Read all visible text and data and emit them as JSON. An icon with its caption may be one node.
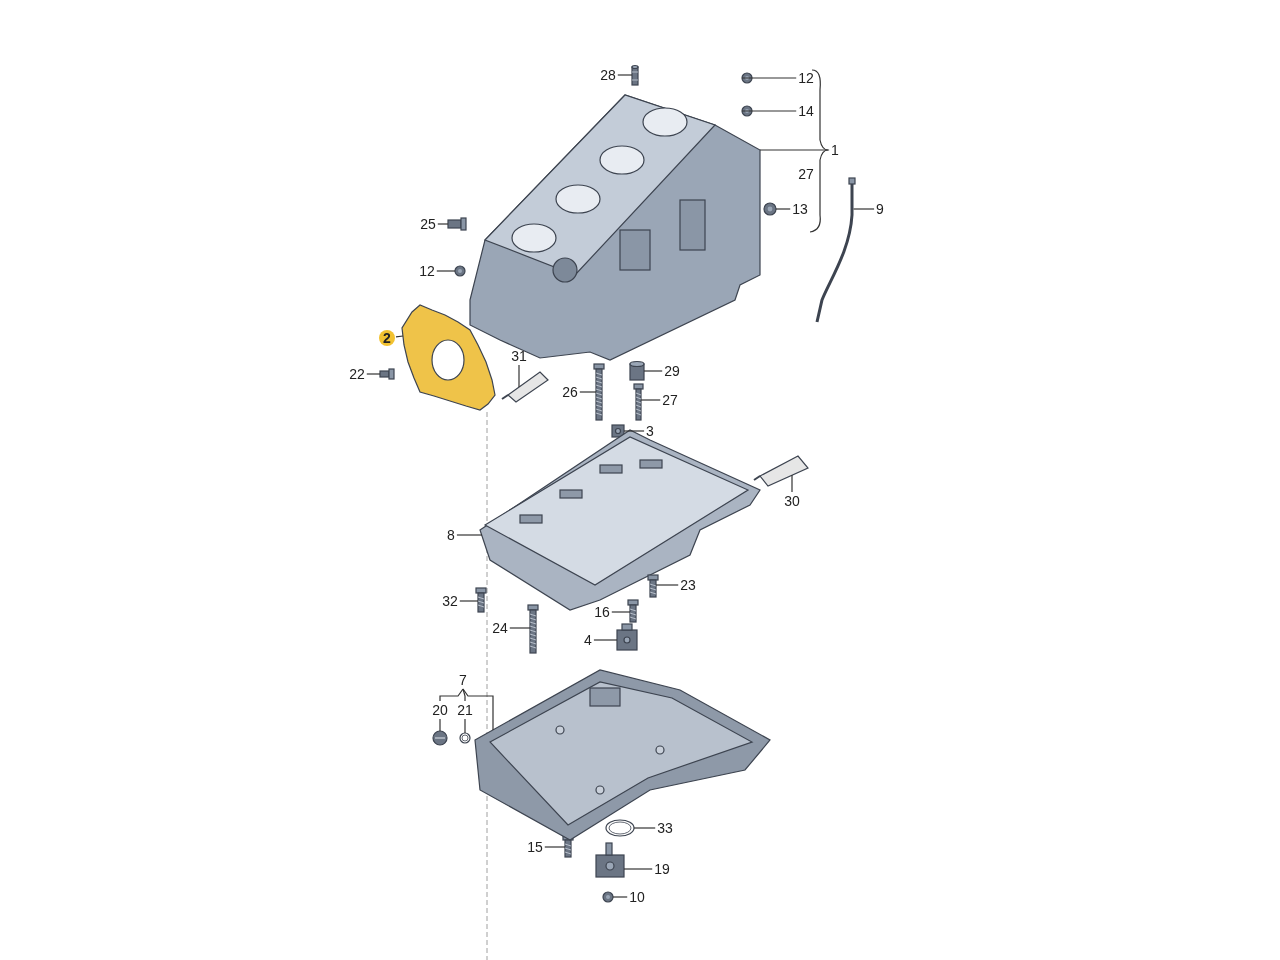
{
  "diagram": {
    "nodes": [
      {
        "text": [
          "28"
        ]
      },
      {
        "text": [
          "12"
        ]
      },
      {
        "text": [
          "14"
        ]
      },
      {
        "text": [
          "1"
        ]
      },
      {
        "text": [
          "13"
        ]
      },
      {
        "text": [
          "9"
        ]
      },
      {
        "text": [
          "25"
        ]
      },
      {
        "text": [
          "12"
        ]
      },
      {
        "text": [
          "2"
        ]
      },
      {
        "text": [
          "22"
        ]
      },
      {
        "text": [
          "31"
        ]
      },
      {
        "text": [
          "26"
        ]
      },
      {
        "text": [
          "29"
        ]
      },
      {
        "text": [
          "27"
        ]
      },
      {
        "text": [
          "3"
        ]
      },
      {
        "text": [
          "30"
        ]
      },
      {
        "text": [
          "8"
        ]
      },
      {
        "text": [
          "32"
        ]
      },
      {
        "text": [
          "23"
        ]
      },
      {
        "text": [
          "16"
        ]
      },
      {
        "text": [
          "24"
        ]
      },
      {
        "text": [
          "4"
        ]
      },
      {
        "text": [
          "20"
        ]
      },
      {
        "text": [
          "21"
        ]
      },
      {
        "text": [
          "15"
        ]
      },
      {
        "text": [
          "33"
        ]
      },
      {
        "text": [
          "19"
        ]
      },
      {
        "text": [
          "10"
        ]
      },
      {
        "text": [],
        "shape": "picture"
      },
      {
        "text": [],
        "shape": "picture"
      },
      {
        "text": [],
        "shape": "picture"
      },
      {
        "text": [],
        "shape": "picture"
      },
      {
        "text": [],
        "shape": "picture"
      },
      {
        "text": [],
        "shape": "picture"
      },
      {
        "text": [],
        "shape": "picture"
      },
      {
        "text": [],
        "shape": "picture"
      },
      {
        "text": [],
        "shape": "picture"
      },
      {
        "text": [],
        "shape": "picture"
      },
      {
        "text": [],
        "shape": "picture"
      },
      {
        "text": [],
        "shape": "picture"
      },
      {
        "text": [],
        "shape": "picture"
      },
      {
        "text": [],
        "shape": "picture"
      },
      {
        "text": [],
        "shape": "picture"
      },
      {
        "text": [],
        "shape": "picture"
      },
      {
        "text": [],
        "shape": "picture"
      },
      {
        "text": [],
        "shape": "picture"
      },
      {
        "text": [],
        "shape": "picture"
      },
      {
        "text": [],
        "shape": "picture"
      },
      {
        "text": [],
        "shape": "picture"
      },
      {
        "text": [],
        "shape": "picture"
      },
      {
        "text": [],
        "shape": "picture"
      },
      {
        "text": [],
        "shape": "picture"
      },
      {
        "text": [],
        "shape": "picture"
      },
      {
        "text": [],
        "shape": "picture"
      },
      {
        "text": [],
        "shape": "picture"
      },
      {
        "text": [],
        "shape": "picture"
      },
      {
        "text": [
          "7"
        ]
      },
      {
        "text": [],
        "shape": "picture"
      }
    ],
    "edges": [
      {
        "from": 0,
        "to": 28,
        "arrow": "none"
      },
      {
        "from": 1,
        "to": 29,
        "arrow": "none"
      },
      {
        "from": 2,
        "to": 30,
        "arrow": "none"
      },
      {
        "from": 3,
        "to": 31,
        "arrow": "none"
      },
      {
        "from": 4,
        "to": 32,
        "arrow": "none"
      },
      {
        "from": 5,
        "to": 33,
        "arrow": "none"
      },
      {
        "from": 6,
        "to": 34,
        "arrow": "none"
      },
      {
        "from": 7,
        "to": 35,
        "arrow": "none"
      },
      {
        "from": 8,
        "to": 36,
        "arrow": "none"
      },
      {
        "from": 9,
        "to": 37,
        "arrow": "none"
      },
      {
        "from": 10,
        "to": 38,
        "arrow": "none"
      },
      {
        "from": 11,
        "to": 39,
        "arrow": "none"
      },
      {
        "from": 12,
        "to": 40,
        "arrow": "none"
      },
      {
        "from": 13,
        "to": 41,
        "arrow": "none"
      },
      {
        "from": 14,
        "to": 42,
        "arrow": "none"
      },
      {
        "from": 15,
        "to": 43,
        "arrow": "none"
      },
      {
        "from": 16,
        "to": 44,
        "arrow": "none"
      },
      {
        "from": 17,
        "to": 45,
        "arrow": "none"
      },
      {
        "from": 18,
        "to": 46,
        "arrow": "none"
      },
      {
        "from": 19,
        "to": 47,
        "arrow": "none"
      },
      {
        "from": 20,
        "to": 48,
        "arrow": "none"
      },
      {
        "from": 21,
        "to": 49,
        "arrow": "none"
      },
      {
        "from": 22,
        "to": 50,
        "arrow": "none"
      },
      {
        "from": 23,
        "to": 51,
        "arrow": "none"
      },
      {
        "from": 24,
        "to": 52,
        "arrow": "none"
      },
      {
        "from": 25,
        "to": 53,
        "arrow": "none"
      },
      {
        "from": 26,
        "to": 54,
        "arrow": "none"
      },
      {
        "from": 27,
        "to": 55,
        "arrow": "none"
      },
      {
        "from": 56,
        "to": 22,
        "arrow": "none"
      },
      {
        "from": 56,
        "to": 23,
        "arrow": "none"
      },
      {
        "from": 56,
        "to": 57,
        "arrow": "none"
      }
    ],
    "labels": [
      "27"
    ]
  }
}
